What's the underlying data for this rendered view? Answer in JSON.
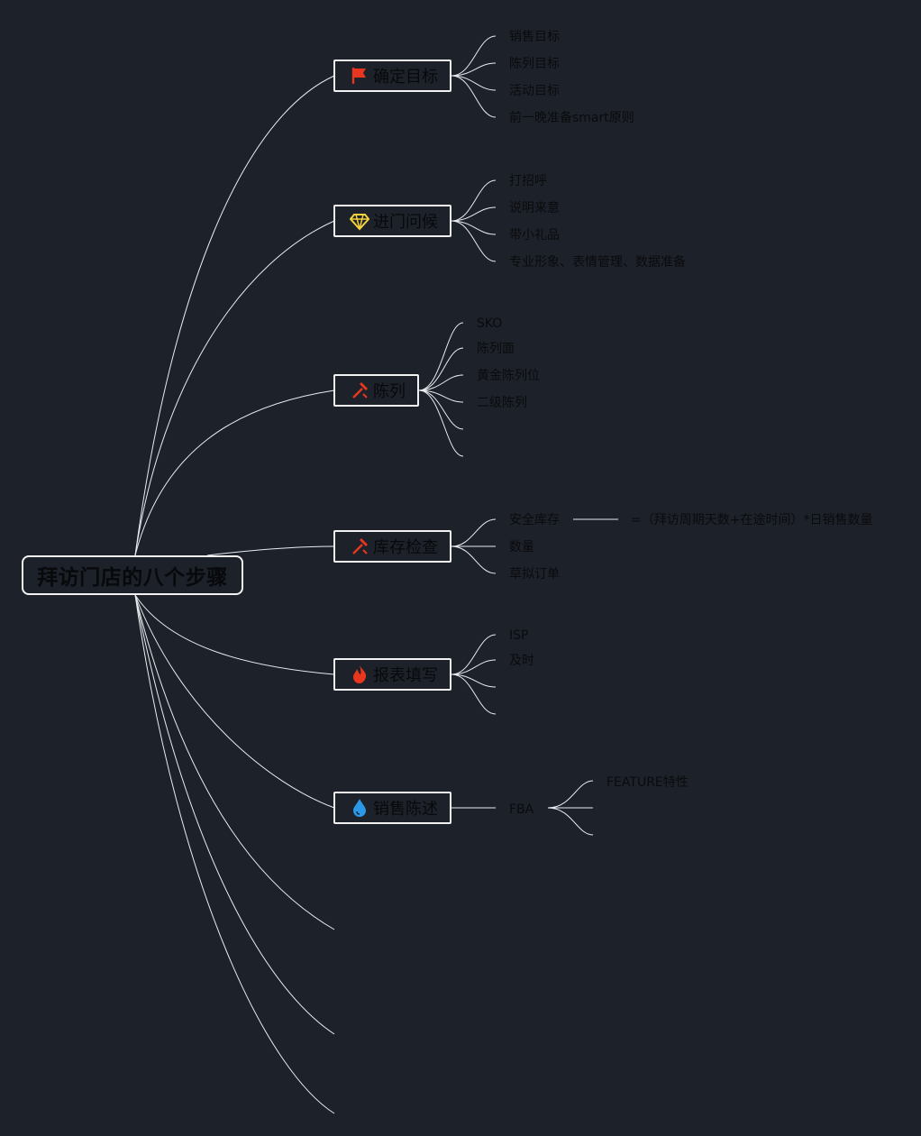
{
  "root": {
    "label": "拜访门店的八个步骤"
  },
  "branches": [
    {
      "label": "确定目标",
      "icon": "red-flag-icon",
      "items": [
        "销售目标",
        "陈列目标",
        "活动目标",
        "前一晚准备smart原则"
      ]
    },
    {
      "label": "进门问候",
      "icon": "diamond-icon",
      "items": [
        "打招呼",
        "说明来意",
        "带小礼品",
        "专业形象、表情管理、数据准备"
      ]
    },
    {
      "label": "陈列",
      "icon": "hammer-icon",
      "items": [
        "SKO",
        "陈列面",
        "黄金陈列位",
        "二级陈列"
      ]
    },
    {
      "label": "库存检查",
      "icon": "hammer-icon",
      "items": [
        "安全库存",
        "数量",
        "草拟订单"
      ],
      "formula": "=（拜访周期天数+在途时间）*日销售数量"
    },
    {
      "label": "报表填写",
      "icon": "fire-icon",
      "items": [
        "ISP",
        "及时"
      ]
    },
    {
      "label": "销售陈述",
      "icon": "water-drop-icon",
      "items": [
        "FBA"
      ],
      "sub_items": [
        "FEATURE特性"
      ]
    }
  ],
  "colors": {
    "background": "#1d212a",
    "line": "#e9ecef",
    "node_border": "#f2f2f2",
    "text": "#08090b",
    "flag_red": "#e8361f",
    "diamond_yellow": "#f4d33a",
    "fire_red": "#e8361f",
    "drop_blue": "#2b98e6"
  }
}
